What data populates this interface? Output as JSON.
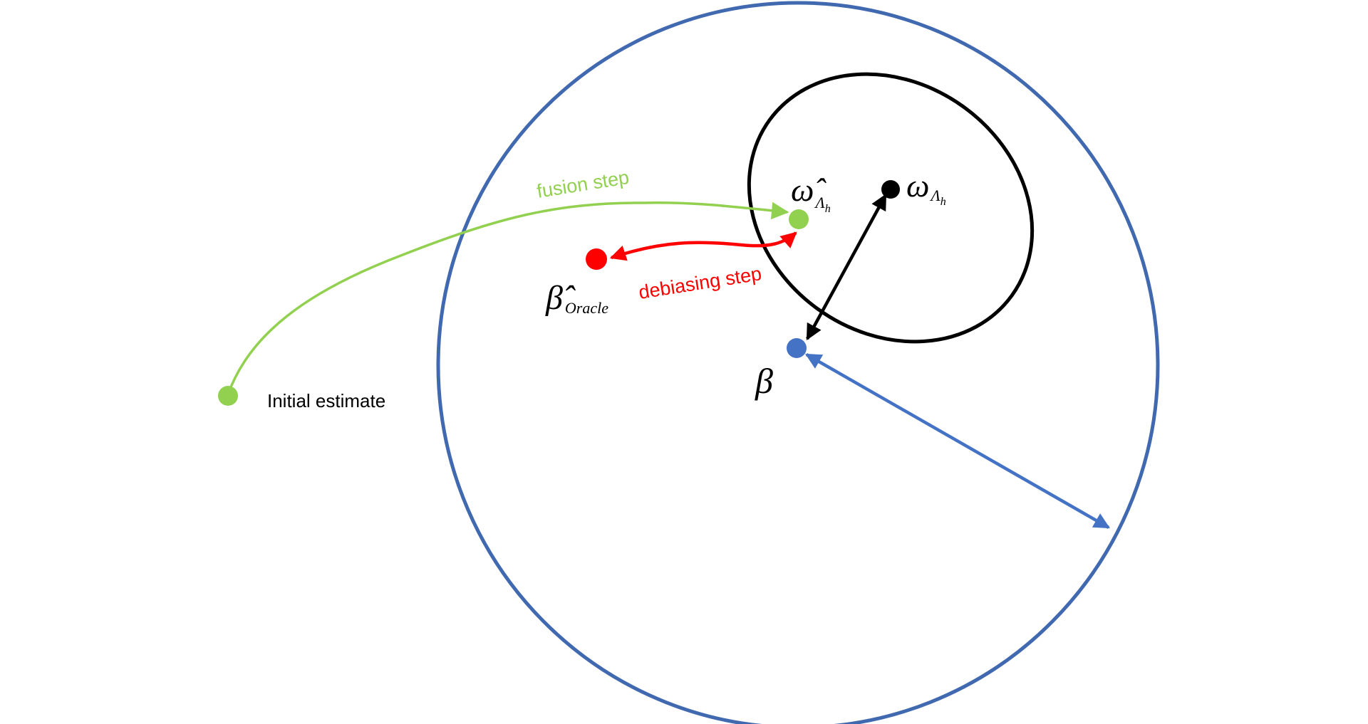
{
  "colors": {
    "outer_circle": "#4169b0",
    "ellipse": "#000000",
    "fusion": "#92d050",
    "debias": "#ff0000",
    "beta_point": "#4472c4",
    "omega_point": "#000000",
    "radius_arrow": "#4472c4"
  },
  "labels": {
    "fusion_step": "fusion step",
    "debiasing_step": "debiasing step",
    "initial_estimate": "Initial estimate",
    "omega_hat": {
      "symbol": "ω̂",
      "sub_main": "Λ",
      "sub_sub": "h"
    },
    "omega": {
      "symbol": "ω",
      "sub_main": "Λ",
      "sub_sub": "h"
    },
    "beta_hat": {
      "symbol": "β̂",
      "sub": "Oracle"
    },
    "beta": {
      "symbol": "β"
    }
  }
}
